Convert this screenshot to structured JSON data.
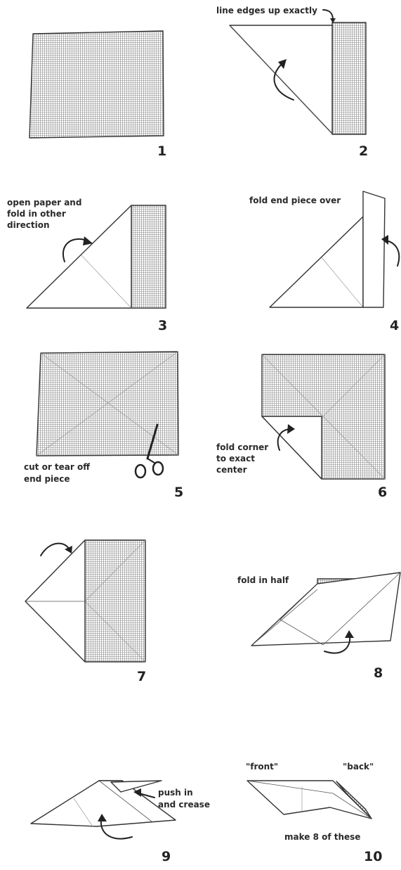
{
  "steps": [
    {
      "number": "1",
      "caption": []
    },
    {
      "number": "2",
      "caption": [
        "line edges up exactly"
      ]
    },
    {
      "number": "3",
      "caption": [
        "open paper and",
        "fold in other",
        "direction"
      ]
    },
    {
      "number": "4",
      "caption": [
        "fold end piece over"
      ]
    },
    {
      "number": "5",
      "caption": [
        "cut or tear off",
        "end piece"
      ]
    },
    {
      "number": "6",
      "caption": [
        "fold corner",
        "to exact",
        "center"
      ]
    },
    {
      "number": "7",
      "caption": []
    },
    {
      "number": "8",
      "caption": [
        "fold in half"
      ]
    },
    {
      "number": "9",
      "caption": [
        "push in",
        "and crease"
      ]
    },
    {
      "number": "10",
      "caption": [
        "\"front\"",
        "\"back\"",
        "make 8 of these"
      ]
    }
  ]
}
